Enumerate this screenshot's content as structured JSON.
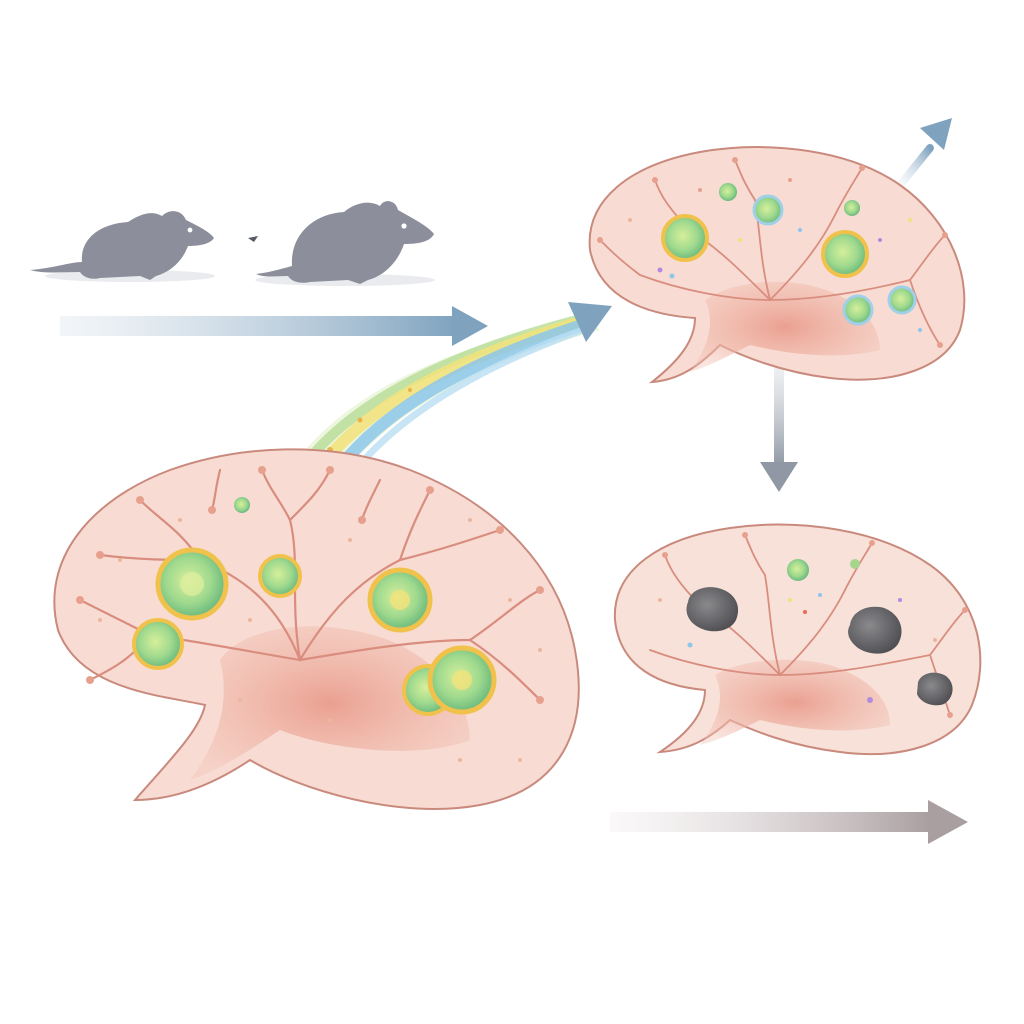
{
  "diagram": {
    "subjects": [
      {
        "id": "mouse-1",
        "icon": "mouse-icon"
      },
      {
        "id": "mouse-2",
        "icon": "mouse-icon"
      }
    ],
    "organs": [
      {
        "id": "organ-large",
        "state": "healthy",
        "follicle_count": 6,
        "follicle_color": "#8fd08a"
      },
      {
        "id": "organ-top-right",
        "state": "activated",
        "follicle_count": 5,
        "follicle_color": "#8fd08a"
      },
      {
        "id": "organ-bottom-right",
        "state": "degenerated",
        "follicle_count": 4,
        "follicle_color": "#6f6f72"
      }
    ],
    "colors": {
      "tissue": "#f8dcd3",
      "tissue_outline": "#c98a7d",
      "vessel": "#d98d7e",
      "core": "#ec9f8e",
      "mouse": "#8c8f9b",
      "arrow_blue": "#7fa3bf",
      "arrow_gray": "#a99ea0",
      "stream_blue": "#8cc7ea",
      "stream_yellow": "#f2e27a",
      "stream_green": "#b7dd96"
    }
  }
}
